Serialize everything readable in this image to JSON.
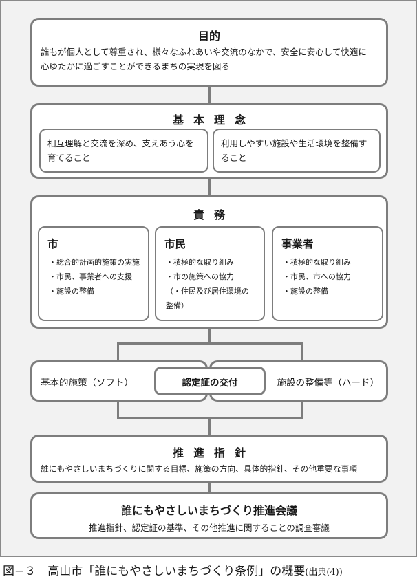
{
  "purpose": {
    "title": "目的",
    "lines": [
      "誰もが個人として尊重され、様々なふれあいや交流のなかで、安全に安心して快適に",
      "心ゆたかに過ごすことができるまちの実現を図る"
    ]
  },
  "principles": {
    "title": "基本理念",
    "items": [
      {
        "lines": [
          "相互理解と交流を深め、支えあう心を",
          "育てること"
        ]
      },
      {
        "lines": [
          "利用しやすい施設や生活環境を整備す",
          "ること"
        ]
      }
    ]
  },
  "duties": {
    "title": "責務",
    "roles": [
      {
        "name": "市",
        "items": [
          "・総合的計画的施策の実施",
          "・市民、事業者への支援",
          "・施設の整備"
        ]
      },
      {
        "name": "市民",
        "items": [
          "・積極的な取り組み",
          "・市の施策への協力",
          "（・住民及び居住環境の",
          "整備）"
        ]
      },
      {
        "name": "事業者",
        "items": [
          "・積極的な取り組み",
          "・市民、市への協力",
          "・施設の整備"
        ]
      }
    ]
  },
  "measures": {
    "soft": "基本的施策（ソフト）",
    "center": "認定証の交付",
    "hard": "施設の整備等（ハード）"
  },
  "guidelines": {
    "title": "推進指針",
    "text": "誰にもやさしいまちづくりに関する目標、施策の方向、具体的指針、その他重要な事項"
  },
  "council": {
    "title": "誰にもやさしいまちづくり推進会議",
    "text": "推進指針、認定証の基準、その他推進に関することの調査審議"
  },
  "caption": {
    "main": "図−３　高山市「誰にもやさしいまちづくり条例」の概要",
    "source": "(出典(4))"
  }
}
